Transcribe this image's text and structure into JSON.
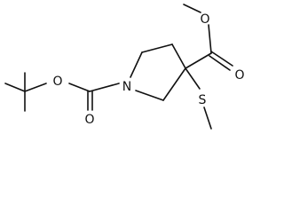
{
  "molecule": {
    "atoms": {
      "ester_o_methyl": "O",
      "ester_o_carbonyl": "O",
      "sulfur": "S",
      "nitrogen": "N",
      "carbamate_o_ether": "O",
      "carbamate_o_carbonyl": "O"
    }
  }
}
